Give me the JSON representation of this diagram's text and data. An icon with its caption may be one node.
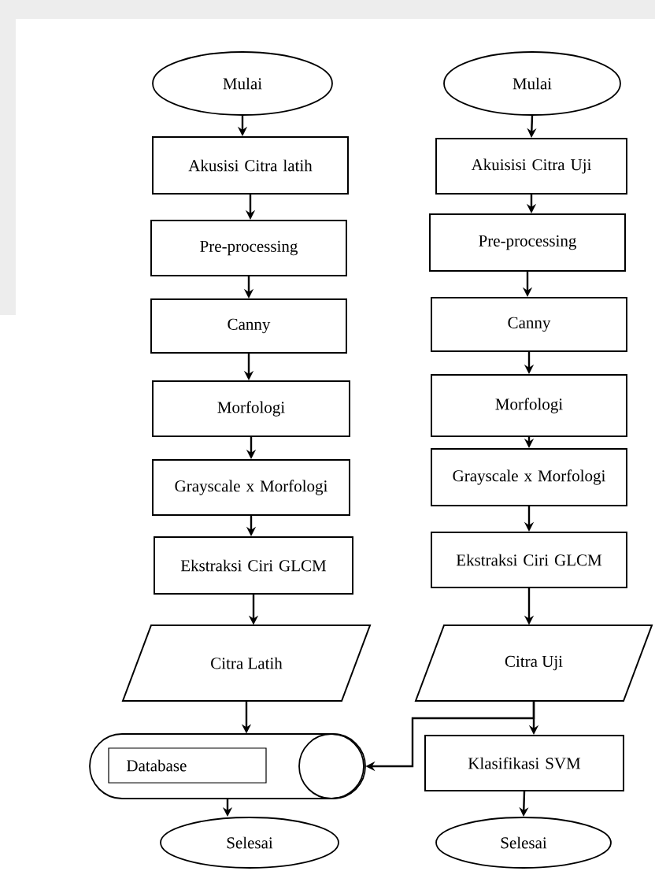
{
  "diagram": {
    "nodes": [
      {
        "text": [
          "Mulai"
        ]
      },
      {
        "text": [
          "Akusisi Citra latih"
        ]
      },
      {
        "text": [
          "Pre-processing"
        ]
      },
      {
        "text": [
          "Canny"
        ]
      },
      {
        "text": [
          "Morfologi"
        ]
      },
      {
        "text": [
          "Grayscale x Morfologi"
        ]
      },
      {
        "text": [
          "Ekstraksi Ciri GLCM"
        ]
      },
      {
        "text": [
          "Citra Latih"
        ]
      },
      {
        "text": [
          "Database"
        ]
      },
      {
        "text": [
          "Selesai"
        ]
      },
      {
        "text": [
          "Mulai"
        ]
      },
      {
        "text": [
          "Akuisisi Citra Uji"
        ]
      },
      {
        "text": [
          "Pre-processing"
        ]
      },
      {
        "text": [
          "Canny"
        ]
      },
      {
        "text": [
          "Morfologi"
        ]
      },
      {
        "text": [
          "Grayscale x Morfologi"
        ]
      },
      {
        "text": [
          "Ekstraksi Ciri GLCM"
        ]
      },
      {
        "text": [
          "Citra Uji"
        ]
      },
      {
        "text": [
          "Klasifikasi SVM"
        ]
      },
      {
        "text": [
          "Selesai"
        ]
      }
    ],
    "edges": [
      {
        "from": 0,
        "to": 1,
        "arrow": "to"
      },
      {
        "from": 1,
        "to": 2,
        "arrow": "to"
      },
      {
        "from": 2,
        "to": 3,
        "arrow": "to"
      },
      {
        "from": 3,
        "to": 4,
        "arrow": "to"
      },
      {
        "from": 4,
        "to": 5,
        "arrow": "to"
      },
      {
        "from": 5,
        "to": 6,
        "arrow": "to"
      },
      {
        "from": 6,
        "to": 7,
        "arrow": "to"
      },
      {
        "from": 7,
        "to": 8,
        "arrow": "to"
      },
      {
        "from": 8,
        "to": 9,
        "arrow": "to"
      },
      {
        "from": 10,
        "to": 11,
        "arrow": "to"
      },
      {
        "from": 11,
        "to": 12,
        "arrow": "to"
      },
      {
        "from": 12,
        "to": 13,
        "arrow": "to"
      },
      {
        "from": 13,
        "to": 14,
        "arrow": "to"
      },
      {
        "from": 14,
        "to": 15,
        "arrow": "to"
      },
      {
        "from": 15,
        "to": 16,
        "arrow": "to"
      },
      {
        "from": 16,
        "to": 17,
        "arrow": "to"
      },
      {
        "from": 17,
        "to": 18,
        "arrow": "to"
      },
      {
        "from": 17,
        "to": 8,
        "arrow": "to"
      },
      {
        "from": 18,
        "to": 19,
        "arrow": "to"
      }
    ]
  }
}
